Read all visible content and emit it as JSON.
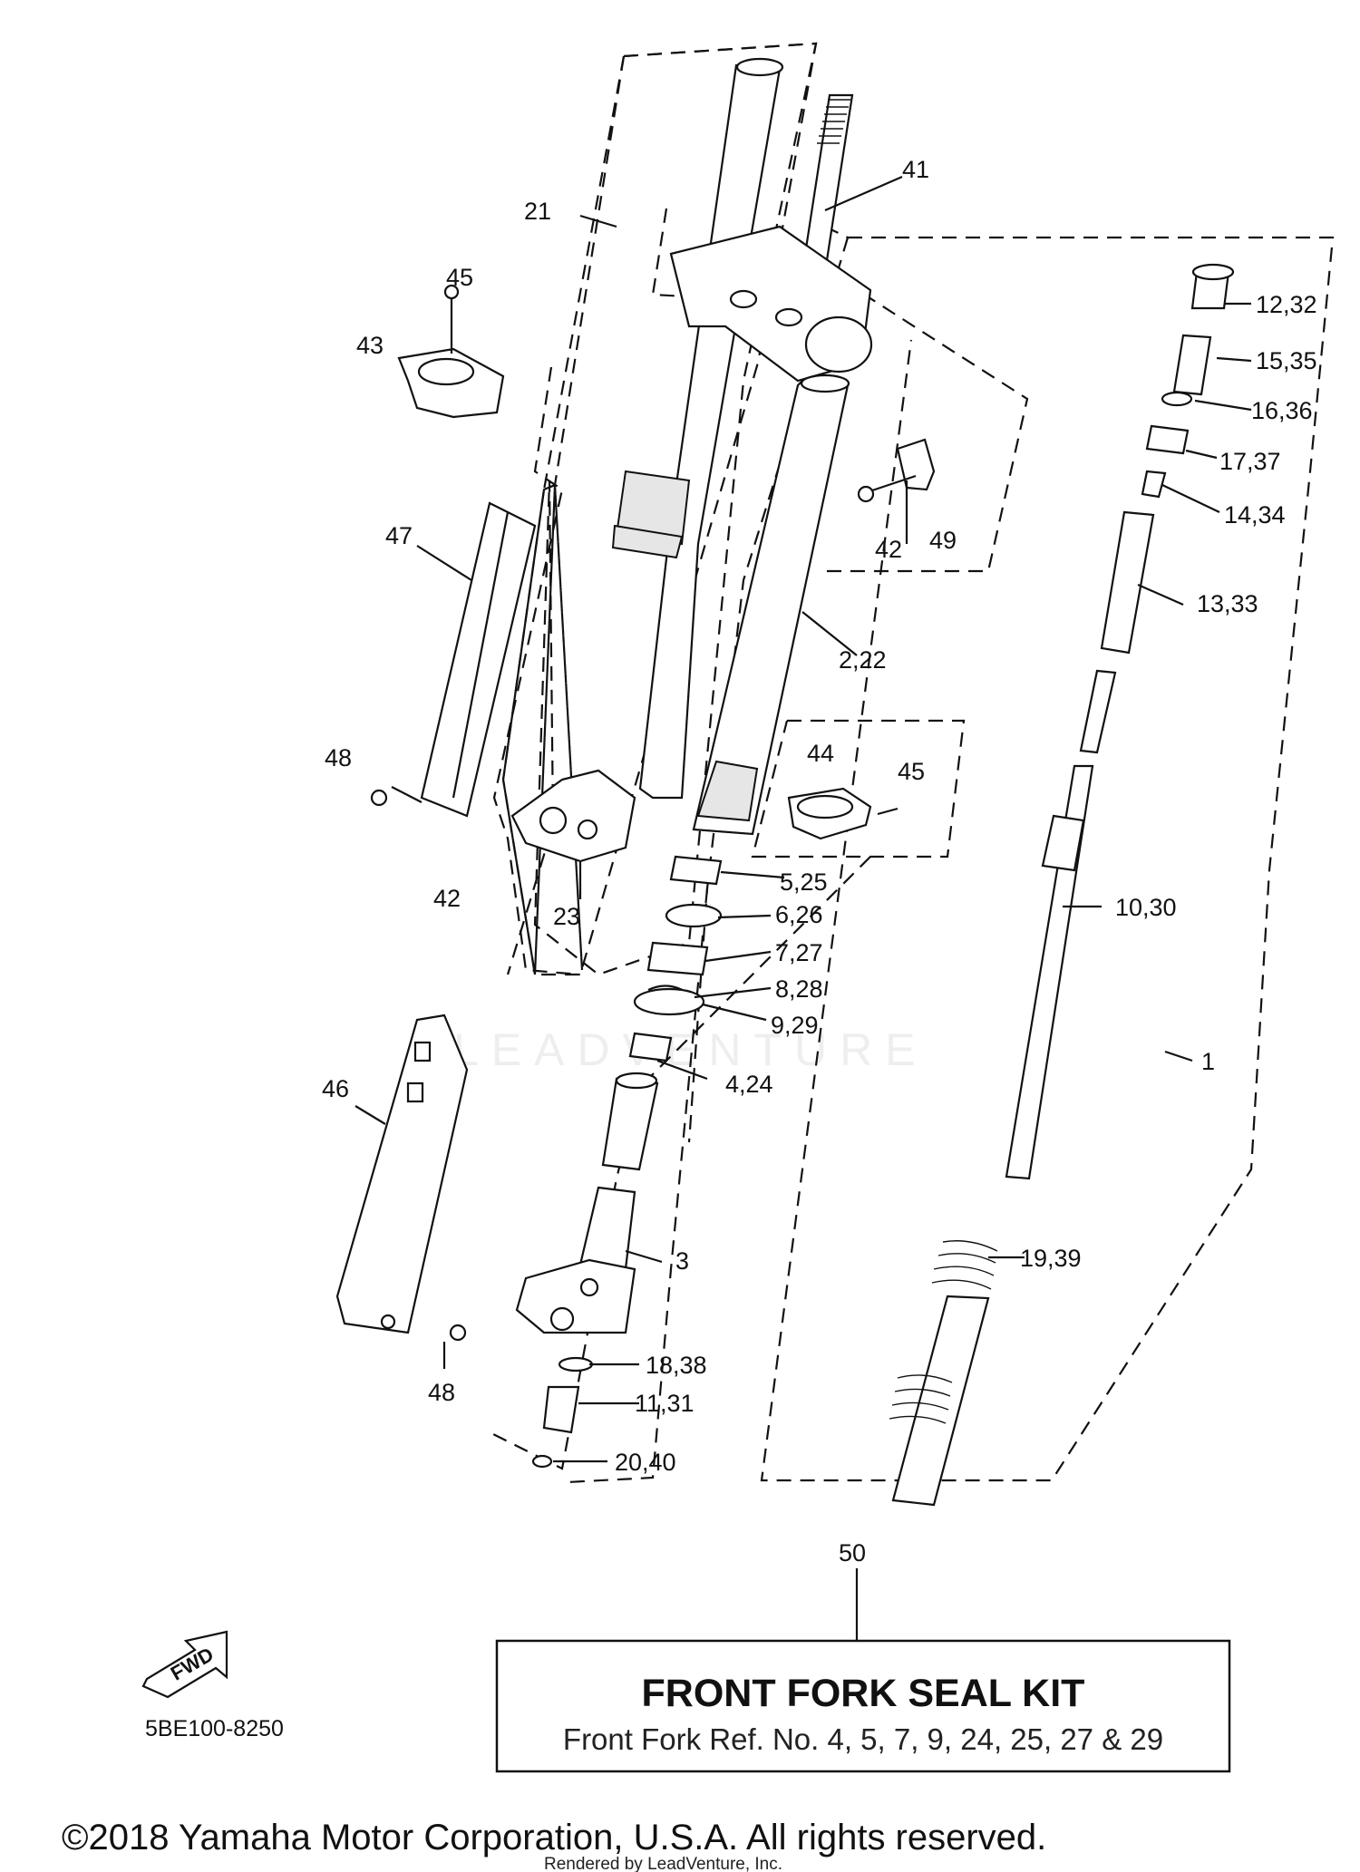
{
  "diagram": {
    "labels": {
      "p21": "21",
      "p41": "41",
      "p45a": "45",
      "p43": "43",
      "p12_32": "12,32",
      "p15_35": "15,35",
      "p16_36": "16,36",
      "p17_37": "17,37",
      "p14_34": "14,34",
      "p13_33": "13,33",
      "p47": "47",
      "p42a": "42",
      "p49": "49",
      "p2_22": "2,22",
      "p44": "44",
      "p45b": "45",
      "p48a": "48",
      "p42b": "42",
      "p23": "23",
      "p5_25": "5,25",
      "p6_26": "6,26",
      "p7_27": "7,27",
      "p8_28": "8,28",
      "p9_29": "9,29",
      "p10_30": "10,30",
      "p1": "1",
      "p46": "46",
      "p4_24": "4,24",
      "p3": "3",
      "p19_39": "19,39",
      "p18_38": "18,38",
      "p11_31": "11,31",
      "p48b": "48",
      "p20_40": "20,40",
      "p50": "50"
    },
    "kit": {
      "title": "FRONT FORK SEAL KIT",
      "subtitle": "Front Fork Ref. No. 4, 5, 7, 9, 24, 25, 27 & 29"
    },
    "fwd_label": "FWD",
    "diagram_code": "5BE100-8250",
    "watermark": "LEADVENTURE",
    "copyright": "©2018 Yamaha Motor Corporation, U.S.A. All rights reserved.",
    "rendered_by": "Rendered by LeadVenture, Inc."
  }
}
